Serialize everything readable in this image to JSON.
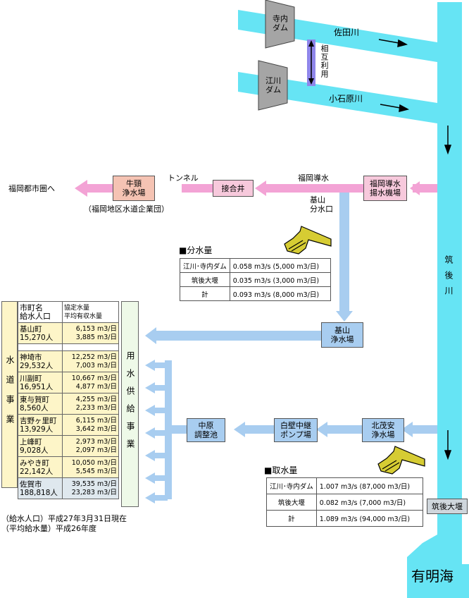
{
  "dams": {
    "terauchi": "寺内\nダム",
    "egawa": "江川\nダム",
    "mutual_use": "相互利用"
  },
  "rivers": {
    "sada": "佐田川",
    "koishiwara": "小石原川",
    "chikugo": "筑後川",
    "sea": "有明海"
  },
  "fukuoka": {
    "pump_station": "福岡導水\n揚水機場",
    "conduit": "福岡導水",
    "junction_well": "接合井",
    "tunnel": "トンネル",
    "purification": "牛頸\n浄水場",
    "destination": "福岡都市圏へ",
    "authority": "（福岡地区水道企業団）"
  },
  "kiyama_outlet": "基山\n分水口",
  "kiyama_plant": "基山\n浄水場",
  "kitashigeyasu_plant": "北茂安\n浄水場",
  "shirakabe_pump": "白壁中継\nポンプ場",
  "nakabaru_tank": "中原\n調整池",
  "barrage_label": "筑後大堰",
  "distribution": {
    "title": "■分水量",
    "rows": [
      {
        "source": "江川･寺内ダム",
        "amount": "0.058 m3/s (5,000 m3/日)"
      },
      {
        "source": "筑後大堰",
        "amount": "0.035 m3/s (3,000 m3/日)"
      },
      {
        "source": "計",
        "amount": "0.093 m3/s (8,000 m3/日)"
      }
    ]
  },
  "intake": {
    "title": "■取水量",
    "rows": [
      {
        "source": "江川･寺内ダム",
        "amount": "1.007 m3/s (87,000 m3/日)"
      },
      {
        "source": "筑後大堰",
        "amount": "0.082 m3/s (7,000 m3/日)"
      },
      {
        "source": "計",
        "amount": "1.089 m3/s (94,000 m3/日)"
      }
    ]
  },
  "water_supply": {
    "left_label": "水道事業",
    "right_label": "用水供給事業",
    "header_name": "市町名\n給水人口",
    "header_amount": "協定水量\n平均有収水量",
    "municipalities": [
      {
        "name": "基山町",
        "population": "15,270人",
        "contract": "6,153 m3/日",
        "average": "3,885 m3/日"
      },
      {
        "name": "神埼市",
        "population": "29,532人",
        "contract": "12,252 m3/日",
        "average": "7,003 m3/日"
      },
      {
        "name": "川副町",
        "population": "16,951人",
        "contract": "10,667 m3/日",
        "average": "4,877 m3/日"
      },
      {
        "name": "東与賀町",
        "population": "8,560人",
        "contract": "4,255 m3/日",
        "average": "2,233 m3/日"
      },
      {
        "name": "吉野ヶ里町",
        "population": "13,929人",
        "contract": "6,115 m3/日",
        "average": "3,642 m3/日"
      },
      {
        "name": "上峰町",
        "population": "9,028人",
        "contract": "2,973 m3/日",
        "average": "2,097 m3/日"
      },
      {
        "name": "みやき町",
        "population": "22,142人",
        "contract": "10,050 m3/日",
        "average": "5,545 m3/日"
      },
      {
        "name": "佐賀市",
        "population": "188,818人",
        "contract": "39,535 m3/日",
        "average": "23,283 m3/日"
      }
    ],
    "footnote_1": "（給水人口）平成27年3月31日現在",
    "footnote_2": "（平均給水量）平成26年度"
  }
}
